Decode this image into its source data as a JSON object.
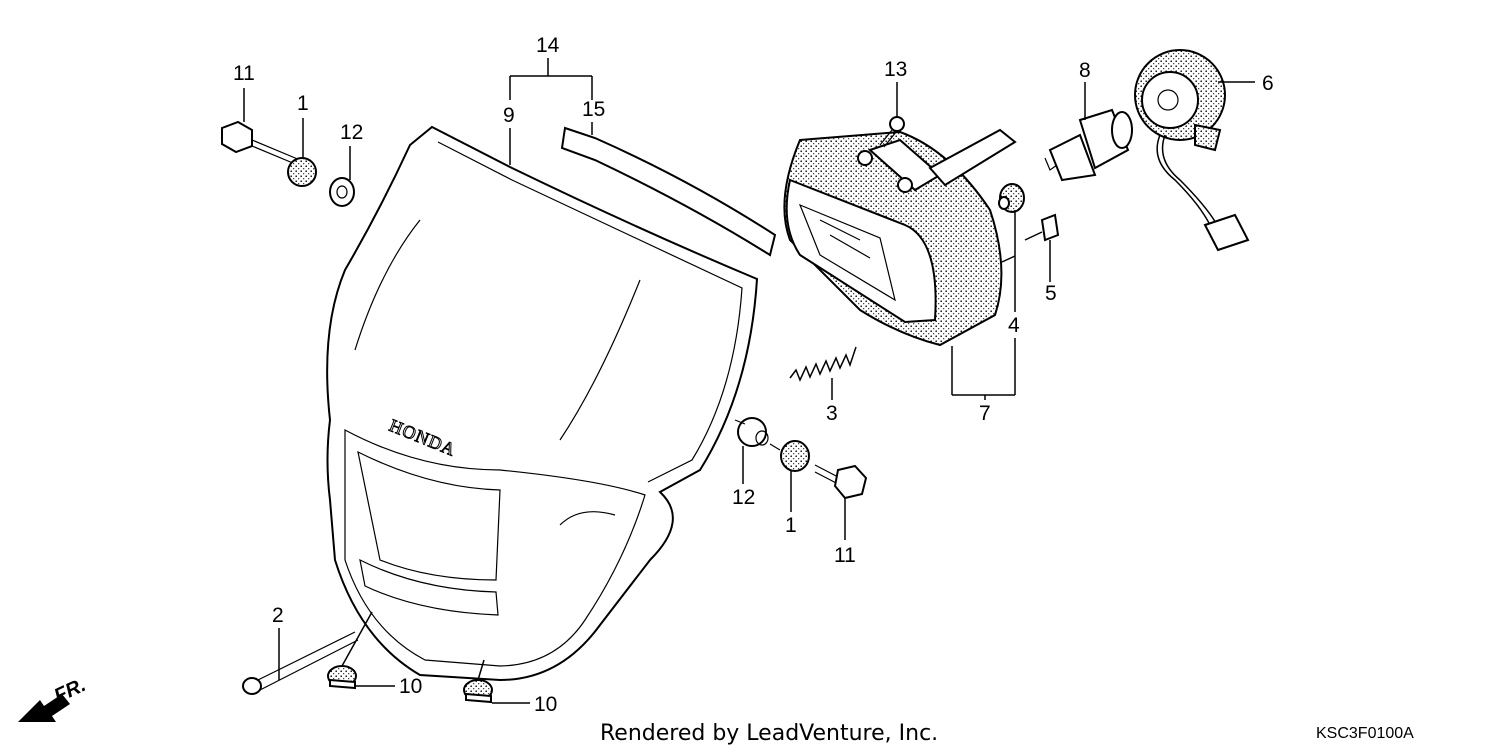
{
  "callouts": {
    "c11a": "11",
    "c1a": "1",
    "c12a": "12",
    "c14": "14",
    "c9": "9",
    "c15": "15",
    "c13": "13",
    "c8": "8",
    "c6": "6",
    "c5": "5",
    "c4": "4",
    "c7": "7",
    "c3": "3",
    "c12b": "12",
    "c1b": "1",
    "c11b": "11",
    "c2": "2",
    "c10a": "10",
    "c10b": "10"
  },
  "brand_text": "HONDA",
  "front_marker": "FR.",
  "footer": "Rendered by LeadVenture, Inc.",
  "diagram_code": "KSC3F0100A"
}
